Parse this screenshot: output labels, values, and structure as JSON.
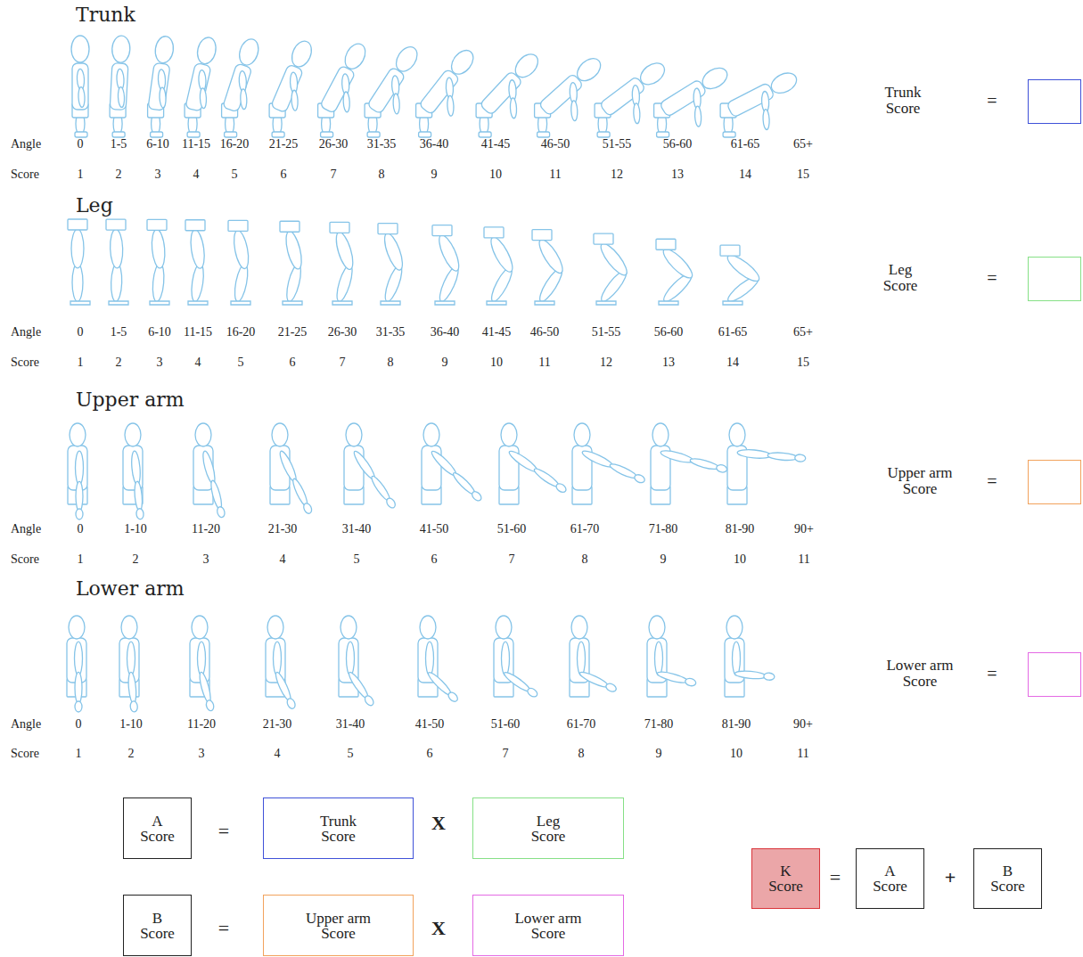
{
  "diagram": {
    "nodes": [
      {
        "text": [
          "A Score"
        ]
      },
      {
        "text": [
          "Trunk Score"
        ]
      },
      {
        "text": [
          "Leg Score"
        ]
      },
      {
        "text": [
          "B Score"
        ]
      },
      {
        "text": [
          "Upper arm Score"
        ]
      },
      {
        "text": [
          "Lower arm Score"
        ]
      },
      {
        "text": [
          "K Score"
        ]
      },
      {
        "text": [
          "A Score"
        ]
      },
      {
        "text": [
          "B Score"
        ]
      }
    ],
    "labels": [
      "Trunk",
      "Angle",
      "0",
      "1-5",
      "6-10",
      "11-15",
      "16-20",
      "21-25",
      "26-30",
      "31-35",
      "36-40",
      "41-45",
      "46-50",
      "51-55",
      "56-60",
      "61-65",
      "65+",
      "Score",
      "1",
      "2",
      "3",
      "4",
      "5",
      "6",
      "7",
      "8",
      "9",
      "10",
      "11",
      "12",
      "13",
      "14",
      "15",
      "Trunk Score",
      "=",
      "Leg",
      "Angle",
      "0",
      "1-5",
      "6-10",
      "11-15",
      "16-20",
      "21-25",
      "26-30",
      "31-35",
      "36-40",
      "41-45",
      "46-50",
      "51-55",
      "56-60",
      "61-65",
      "65+",
      "Score",
      "1",
      "2",
      "3",
      "4",
      "5",
      "6",
      "7",
      "8",
      "9",
      "10",
      "11",
      "12",
      "13",
      "14",
      "15",
      "Leg Score",
      "=",
      "Upper arm",
      "Angle",
      "0",
      "1-10",
      "11-20",
      "21-30",
      "31-40",
      "41-50",
      "51-60",
      "61-70",
      "71-80",
      "81-90",
      "90+",
      "Score",
      "1",
      "2",
      "3",
      "4",
      "5",
      "6",
      "7",
      "8",
      "9",
      "10",
      "11",
      "Upper arm Score",
      "=",
      "Lower arm",
      "Angle",
      "0",
      "1-10",
      "11-20",
      "21-30",
      "31-40",
      "41-50",
      "51-60",
      "61-70",
      "71-80",
      "81-90",
      "90+",
      "Score",
      "1",
      "2",
      "3",
      "4",
      "5",
      "6",
      "7",
      "8",
      "9",
      "10",
      "11",
      "Lower arm Score",
      "=",
      "=",
      "X",
      "=",
      "X",
      "=",
      "+"
    ]
  }
}
